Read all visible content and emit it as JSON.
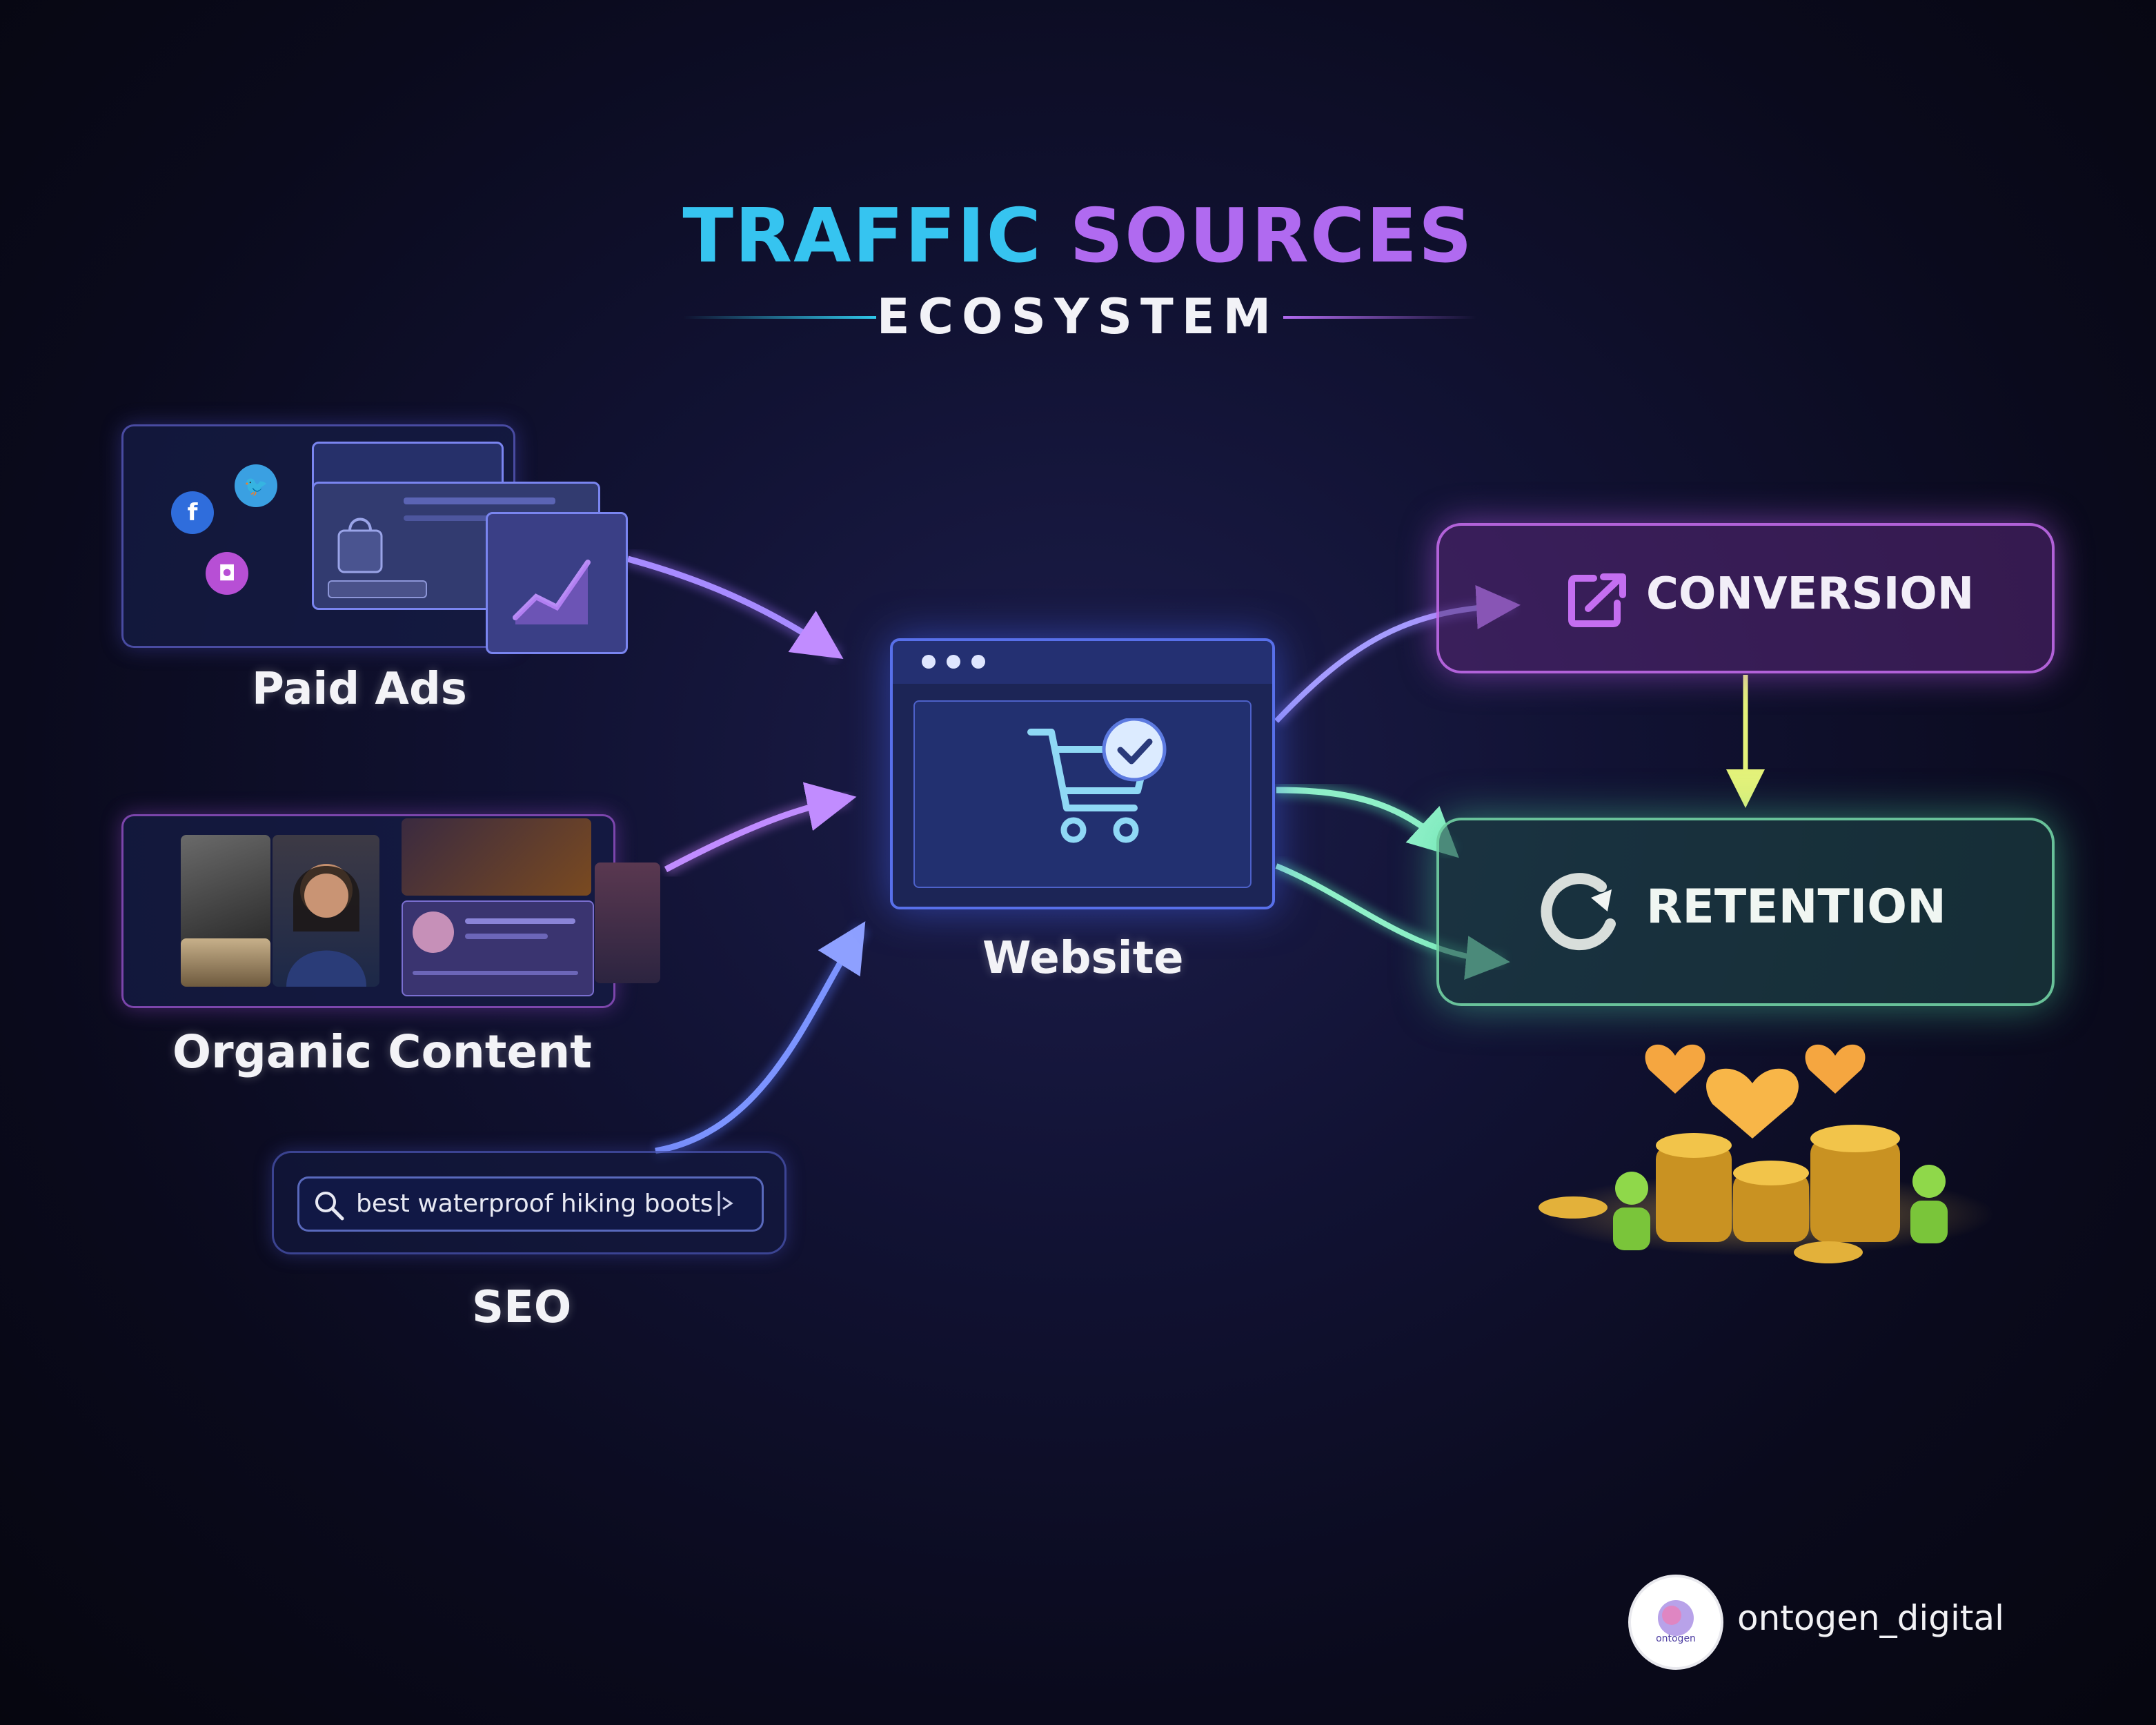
{
  "header": {
    "title_part1": "TRAFFIC",
    "title_part2": "SOURCES",
    "subtitle": "ECOSYSTEM"
  },
  "sources": {
    "paid_ads": {
      "label": "Paid Ads",
      "social_icons": [
        "facebook-icon",
        "twitter-icon",
        "instagram-icon"
      ]
    },
    "organic_content": {
      "label": "Organic Content"
    },
    "seo": {
      "label": "SEO",
      "search_query": "best waterproof hiking boots"
    }
  },
  "website": {
    "label": "Website",
    "icon": "shopping-cart-check-icon"
  },
  "stages": {
    "conversion": {
      "label": "CONVERSION",
      "icon": "conversion-arrow-icon"
    },
    "retention": {
      "label": "RETENTION",
      "icon": "retention-cycle-icon"
    }
  },
  "branding": {
    "handle": "ontogen_digital",
    "logo_text": "ontogen"
  },
  "colors": {
    "title_cyan": "#36c4f0",
    "title_purple": "#b06af0",
    "conversion_accent": "#c46ef0",
    "retention_accent": "#78dcaa",
    "flow_blue": "#6f7bf0",
    "flow_green": "#7be0b8",
    "flow_yellow": "#d6e86a"
  }
}
